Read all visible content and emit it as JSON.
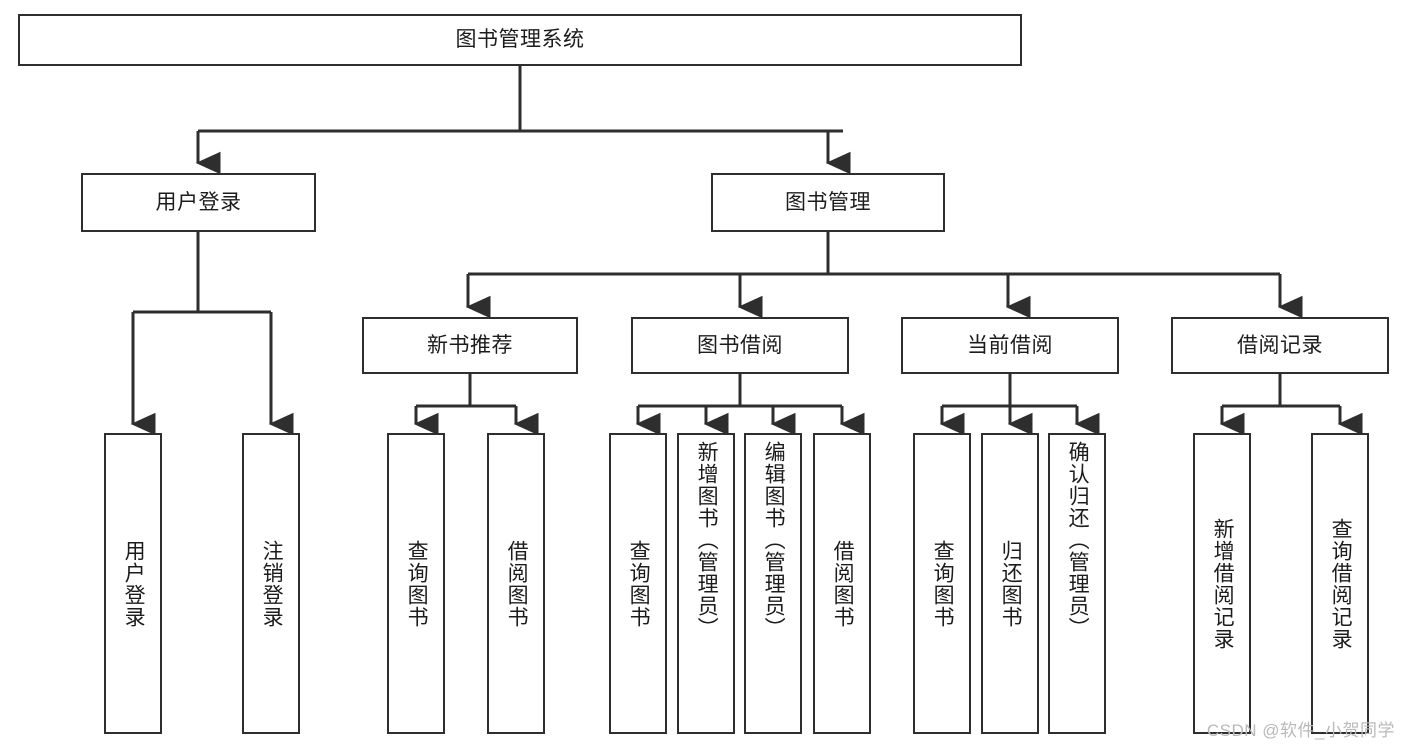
{
  "diagram": {
    "type": "tree",
    "title": "图书管理系统",
    "watermark": "CSDN @软件_小贺同学",
    "colors": {
      "box_border": "#2e2e2e",
      "box_fill": "#ffffff",
      "connector": "#2e2e2e",
      "text": "#1c1c1c",
      "watermark": "#b9b9b9"
    },
    "nodes": {
      "root": {
        "label": "图书管理系统"
      },
      "level2": [
        {
          "label": "用户登录"
        },
        {
          "label": "图书管理"
        }
      ],
      "level3": [
        {
          "label": "新书推荐"
        },
        {
          "label": "图书借阅"
        },
        {
          "label": "当前借阅"
        },
        {
          "label": "借阅记录"
        }
      ],
      "leaves": {
        "user_login": [
          {
            "label": "用户登录"
          },
          {
            "label": "注销登录"
          }
        ],
        "new_book": [
          {
            "label": "查询图书"
          },
          {
            "label": "借阅图书"
          }
        ],
        "book_borrow": [
          {
            "label": "查询图书"
          },
          {
            "label": "新增图书（管理员）"
          },
          {
            "label": "编辑图书（管理员）"
          },
          {
            "label": "借阅图书"
          }
        ],
        "current_borrow": [
          {
            "label": "查询图书"
          },
          {
            "label": "归还图书"
          },
          {
            "label": "确认归还（管理员）"
          }
        ],
        "borrow_record": [
          {
            "label": "新增借阅记录"
          },
          {
            "label": "查询借阅记录"
          }
        ]
      }
    }
  }
}
